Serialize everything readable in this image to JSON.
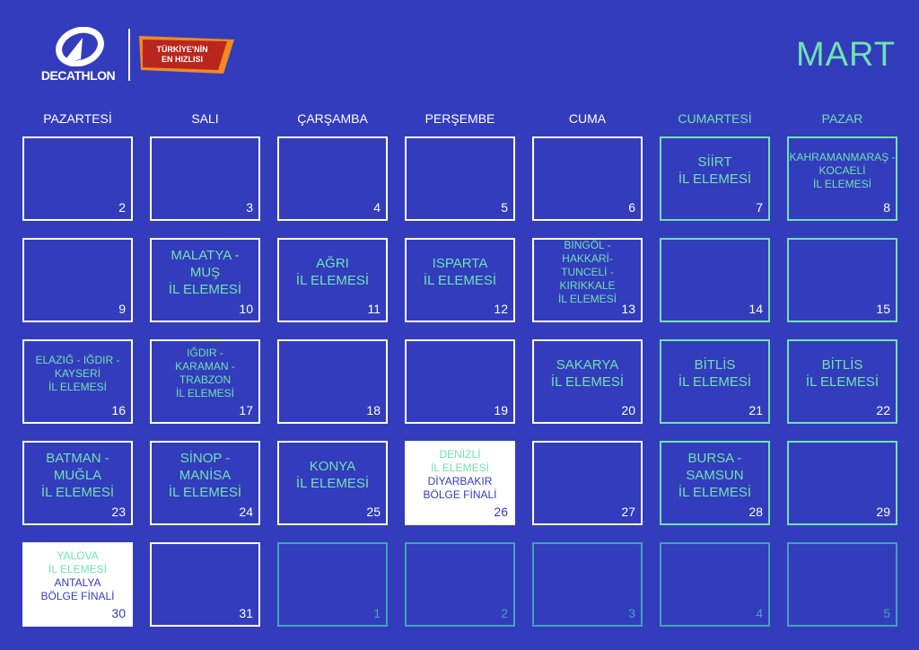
{
  "brand": {
    "logo_text": "DECATHLON",
    "badge_line1": "TÜRKİYE'NİN",
    "badge_line2": "EN HIZLISI"
  },
  "month": "MART",
  "colors": {
    "background": "#333cbc",
    "accent": "#6fe3b0",
    "next_month": "#3fa6b8",
    "white": "#ffffff"
  },
  "weekdays": [
    {
      "label": "PAZARTESİ",
      "weekend": false
    },
    {
      "label": "SALI",
      "weekend": false
    },
    {
      "label": "ÇARŞAMBA",
      "weekend": false
    },
    {
      "label": "PERŞEMBE",
      "weekend": false
    },
    {
      "label": "CUMA",
      "weekend": false
    },
    {
      "label": "CUMARTESİ",
      "weekend": true
    },
    {
      "label": "PAZAR",
      "weekend": true
    }
  ],
  "cells": [
    {
      "day": "2",
      "type": "normal",
      "lines": [],
      "final": []
    },
    {
      "day": "3",
      "type": "normal",
      "lines": [],
      "final": []
    },
    {
      "day": "4",
      "type": "normal",
      "lines": [],
      "final": []
    },
    {
      "day": "5",
      "type": "normal",
      "lines": [],
      "final": []
    },
    {
      "day": "6",
      "type": "normal",
      "lines": [],
      "final": []
    },
    {
      "day": "7",
      "type": "we",
      "lines": [
        "SİİRT",
        "İL ELEMESİ"
      ],
      "final": []
    },
    {
      "day": "8",
      "type": "we",
      "small": true,
      "lines": [
        "KAHRAMANMARAŞ -",
        "KOCAELİ",
        "İL ELEMESİ"
      ],
      "final": []
    },
    {
      "day": "9",
      "type": "normal",
      "lines": [],
      "final": []
    },
    {
      "day": "10",
      "type": "normal",
      "lines": [
        "MALATYA -",
        "MUŞ",
        "İL ELEMESİ"
      ],
      "final": []
    },
    {
      "day": "11",
      "type": "normal",
      "lines": [
        "AĞRI",
        "İL ELEMESİ"
      ],
      "final": []
    },
    {
      "day": "12",
      "type": "normal",
      "lines": [
        "ISPARTA",
        "İL ELEMESİ"
      ],
      "final": []
    },
    {
      "day": "13",
      "type": "normal",
      "small": true,
      "lines": [
        "BİNGÖL -",
        "HAKKARİ-",
        "TUNCELİ -",
        "KIRIKKALE",
        "İL ELEMESİ"
      ],
      "final": []
    },
    {
      "day": "14",
      "type": "we",
      "lines": [],
      "final": []
    },
    {
      "day": "15",
      "type": "we",
      "lines": [],
      "final": []
    },
    {
      "day": "16",
      "type": "normal",
      "small": true,
      "lines": [
        "ELAZIĞ - IĞDIR -",
        "KAYSERİ",
        "İL ELEMESİ"
      ],
      "final": []
    },
    {
      "day": "17",
      "type": "normal",
      "small": true,
      "lines": [
        "IĞDIR -",
        "KARAMAN -",
        "TRABZON",
        "İL ELEMESİ"
      ],
      "final": []
    },
    {
      "day": "18",
      "type": "normal",
      "lines": [],
      "final": []
    },
    {
      "day": "19",
      "type": "normal",
      "lines": [],
      "final": []
    },
    {
      "day": "20",
      "type": "normal",
      "lines": [
        "SAKARYA",
        "İL ELEMESİ"
      ],
      "final": []
    },
    {
      "day": "21",
      "type": "we",
      "lines": [
        "BİTLİS",
        "İL ELEMESİ"
      ],
      "final": []
    },
    {
      "day": "22",
      "type": "we",
      "lines": [
        "BİTLİS",
        "İL ELEMESİ"
      ],
      "final": []
    },
    {
      "day": "23",
      "type": "normal",
      "lines": [
        "BATMAN -",
        "MUĞLA",
        "İL ELEMESİ"
      ],
      "final": []
    },
    {
      "day": "24",
      "type": "normal",
      "lines": [
        "SİNOP -",
        "MANİSA",
        "İL ELEMESİ"
      ],
      "final": []
    },
    {
      "day": "25",
      "type": "normal",
      "lines": [
        "KONYA",
        "İL ELEMESİ"
      ],
      "final": []
    },
    {
      "day": "26",
      "type": "white",
      "small": true,
      "lines": [
        "DENİZLİ",
        "İL ELEMESİ"
      ],
      "final": [
        "DİYARBAKIR",
        "BÖLGE FİNALİ"
      ]
    },
    {
      "day": "27",
      "type": "normal",
      "lines": [],
      "final": []
    },
    {
      "day": "28",
      "type": "we",
      "lines": [
        "BURSA -",
        "SAMSUN",
        "İL ELEMESİ"
      ],
      "final": []
    },
    {
      "day": "29",
      "type": "we",
      "lines": [],
      "final": []
    },
    {
      "day": "30",
      "type": "white",
      "small": true,
      "lines": [
        "YALOVA",
        "İL ELEMESİ"
      ],
      "final": [
        "ANTALYA",
        "BÖLGE FİNALİ"
      ]
    },
    {
      "day": "31",
      "type": "normal",
      "lines": [],
      "final": []
    },
    {
      "day": "1",
      "type": "next",
      "lines": [],
      "final": []
    },
    {
      "day": "2",
      "type": "next",
      "lines": [],
      "final": []
    },
    {
      "day": "3",
      "type": "next",
      "lines": [],
      "final": []
    },
    {
      "day": "4",
      "type": "next",
      "lines": [],
      "final": []
    },
    {
      "day": "5",
      "type": "next",
      "lines": [],
      "final": []
    }
  ]
}
